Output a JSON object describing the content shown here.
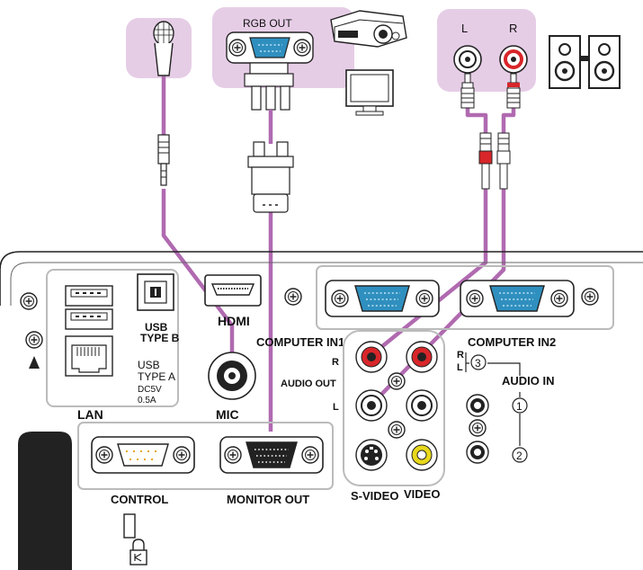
{
  "rgb_out_label": "RGB OUT",
  "audio_l_label": "L",
  "audio_r_label": "R",
  "panel": {
    "usb_type_b": "USB TYPE B",
    "hdmi": "HDMI",
    "usb_type_a_line1": "USB",
    "usb_type_a_line2": "TYPE A",
    "usb_type_a_line3": "DC5V",
    "usb_type_a_line4": "0.5A",
    "lan": "LAN",
    "mic": "MIC",
    "computer_in1": "COMPUTER IN1",
    "computer_in2": "COMPUTER IN2",
    "audio_out": "AUDIO OUT",
    "audio_out_r": "R",
    "audio_out_l": "L",
    "audio_in": "AUDIO IN",
    "audio_in_r": "R",
    "audio_in_l": "L",
    "audio_in_1": "1",
    "audio_in_2": "2",
    "audio_in_3": "3",
    "control": "CONTROL",
    "monitor_out": "MONITOR OUT",
    "s_video": "S-VIDEO",
    "video": "VIDEO"
  },
  "colors": {
    "highlight": "#e6cde6",
    "cable": "#b06ab0",
    "vga_blue": "#2f8fbf",
    "rca_red": "#d8262a",
    "rca_yellow": "#e8d81c"
  }
}
